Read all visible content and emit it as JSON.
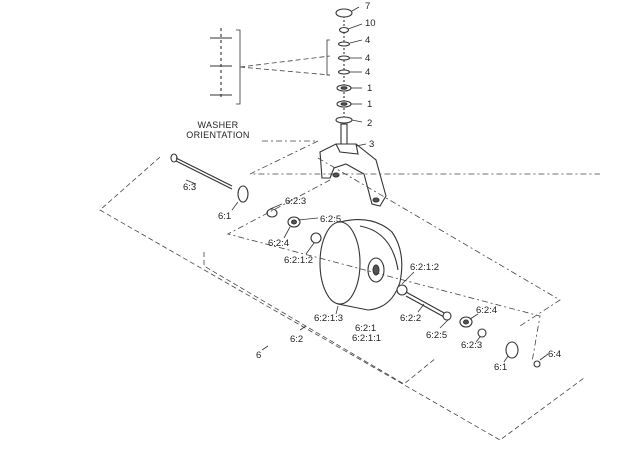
{
  "washer_orientation": {
    "line1": "WASHER",
    "line2": "ORIENTATION"
  },
  "callouts": {
    "c7": "7",
    "c10": "10",
    "c4a": "4",
    "c4b": "4",
    "c4c": "4",
    "c1a": "1",
    "c1b": "1",
    "c2": "2",
    "c3": "3",
    "c63": "6:3",
    "c61a": "6:1",
    "c623a": "6:2:3",
    "c625a": "6:2:5",
    "c624a": "6:2:4",
    "c6212a": "6:2:1:2",
    "c6212b": "6:2:1:2",
    "c622": "6:2:2",
    "c6213": "6:2:1:3",
    "c621": "6:2:1",
    "c6211": "6:2:1:1",
    "c625b": "6:2:5",
    "c624b": "6:2:4",
    "c623b": "6:2:3",
    "c62": "6:2",
    "c6": "6",
    "c61b": "6:1",
    "c64": "6:4"
  }
}
